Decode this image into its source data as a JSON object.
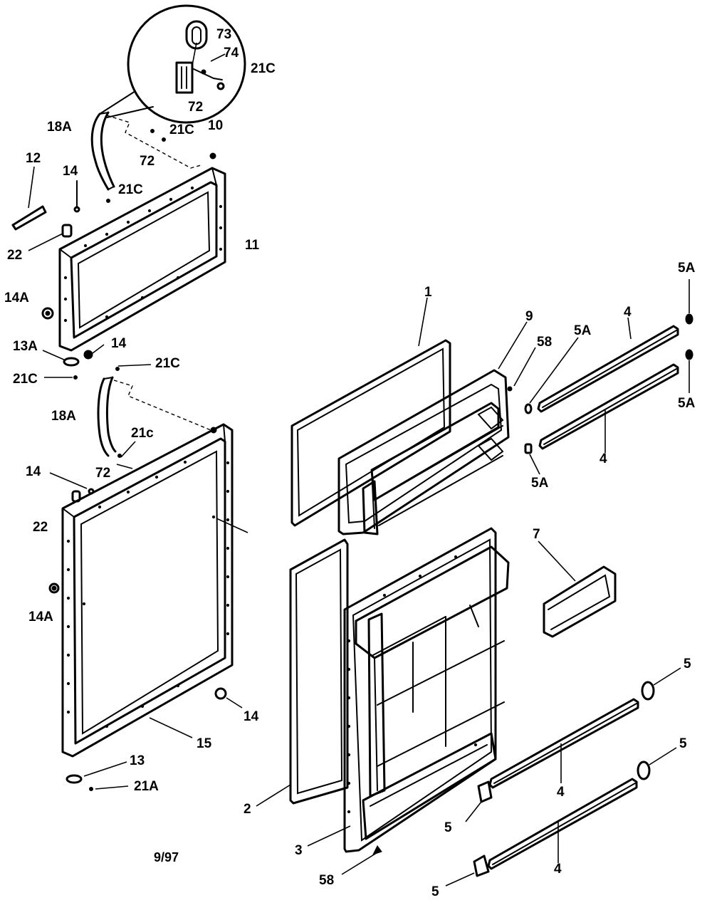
{
  "labels": {
    "l73": "73",
    "l74": "74",
    "l21c_a": "21C",
    "l72_a": "72",
    "l18a_a": "18A",
    "l21c_b": "21C",
    "l10": "10",
    "l72_b": "72",
    "l12": "12",
    "l14_a": "14",
    "l21c_c": "21C",
    "l22_a": "22",
    "l11": "11",
    "l14a_a": "14A",
    "l13a": "13A",
    "l14_b": "14",
    "l21c_d": "21C",
    "l21c_e": "21C",
    "l18a_b": "18A",
    "l21c_lower": "21c",
    "l72_c": "72",
    "l14_c": "14",
    "l22_b": "22",
    "l14a_b": "14A",
    "l14_d": "14",
    "l15": "15",
    "l13": "13",
    "l21a": "21A",
    "l1": "1",
    "l9": "9",
    "l58_a": "58",
    "l5a_a": "5A",
    "l4_a": "4",
    "l5a_b": "5A",
    "l5a_c": "5A",
    "l4_b": "4",
    "l5a_d": "5A",
    "l7": "7",
    "l5_a": "5",
    "l5_b": "5",
    "l4_c": "4",
    "l5_c": "5",
    "l2": "2",
    "l3": "3",
    "l4_d": "4",
    "l58_b": "58",
    "l5_d": "5"
  },
  "date_code": "9/97"
}
